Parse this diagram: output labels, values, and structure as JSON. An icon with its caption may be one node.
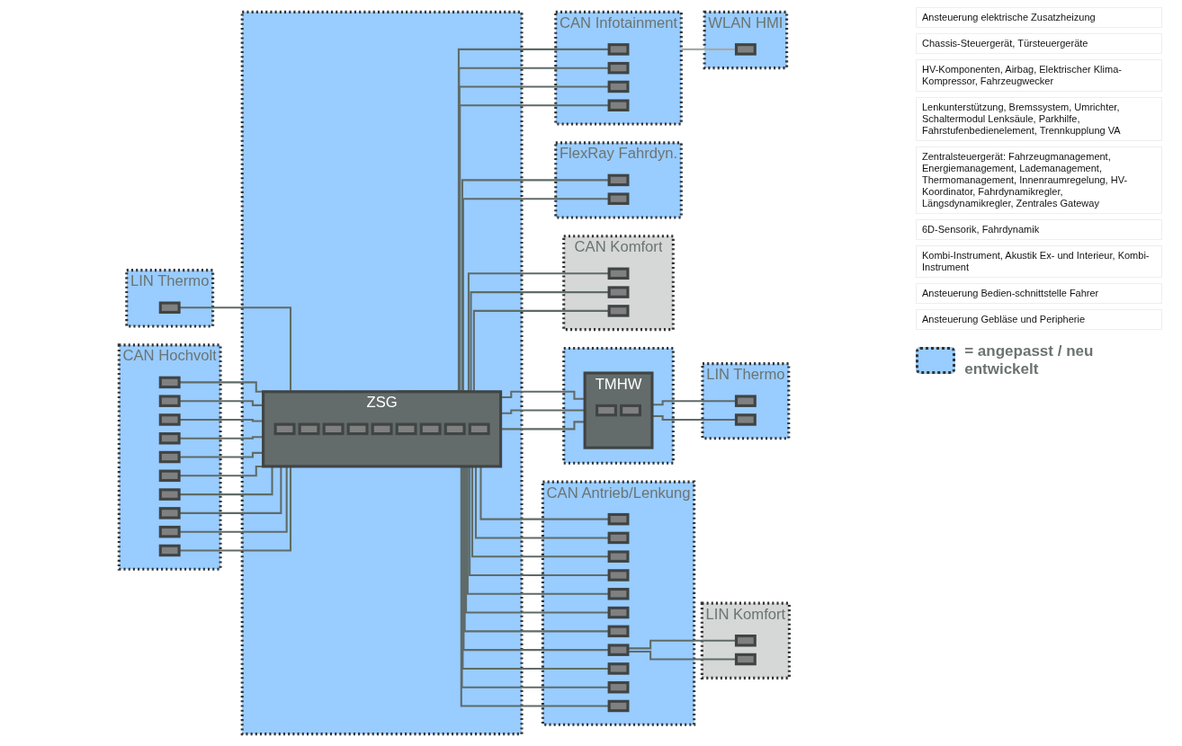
{
  "diagram": {
    "nodes": [
      {
        "text": [
          "LIN Thermo"
        ]
      },
      {
        "text": [],
        "shape": "box",
        "in": 0
      },
      {
        "text": [
          "CAN Komfort"
        ]
      },
      {
        "text": [],
        "shape": "box",
        "in": 2
      },
      {
        "text": [],
        "shape": "box",
        "in": 2
      },
      {
        "text": [],
        "shape": "box",
        "in": 2
      },
      {
        "text": [],
        "shape": "box"
      },
      {
        "text": [
          "ZSG"
        ],
        "in": 6
      },
      {
        "text": [],
        "shape": "box",
        "in": 7
      },
      {
        "text": [],
        "shape": "box",
        "in": 7
      },
      {
        "text": [],
        "shape": "box",
        "in": 7
      },
      {
        "text": [],
        "shape": "box",
        "in": 7
      },
      {
        "text": [],
        "shape": "box",
        "in": 7
      },
      {
        "text": [],
        "shape": "box",
        "in": 7
      },
      {
        "text": [],
        "shape": "box",
        "in": 7
      },
      {
        "text": [],
        "shape": "box",
        "in": 7
      },
      {
        "text": [],
        "shape": "box",
        "in": 7
      },
      {
        "text": [
          "CAN Antrieb/Lenkung"
        ]
      },
      {
        "text": [],
        "shape": "box",
        "in": 17
      },
      {
        "text": [],
        "shape": "box",
        "in": 17
      },
      {
        "text": [],
        "shape": "box",
        "in": 17
      },
      {
        "text": [],
        "shape": "box",
        "in": 17
      },
      {
        "text": [],
        "shape": "box",
        "in": 17
      },
      {
        "text": [],
        "shape": "box",
        "in": 17
      },
      {
        "text": [],
        "shape": "box",
        "in": 17
      },
      {
        "text": [],
        "shape": "box",
        "in": 17
      },
      {
        "text": [],
        "shape": "box",
        "in": 17
      },
      {
        "text": [],
        "shape": "box",
        "in": 17
      },
      {
        "text": [],
        "shape": "box",
        "in": 17
      },
      {
        "text": [
          "CAN Hochvolt"
        ]
      },
      {
        "text": [],
        "shape": "box",
        "in": 29
      },
      {
        "text": [],
        "shape": "box",
        "in": 29
      },
      {
        "text": [],
        "shape": "box",
        "in": 29
      },
      {
        "text": [],
        "shape": "box",
        "in": 29
      },
      {
        "text": [],
        "shape": "box",
        "in": 29
      },
      {
        "text": [],
        "shape": "box",
        "in": 29
      },
      {
        "text": [],
        "shape": "box",
        "in": 29
      },
      {
        "text": [],
        "shape": "box",
        "in": 29
      },
      {
        "text": [],
        "shape": "box",
        "in": 29
      },
      {
        "text": [],
        "shape": "box",
        "in": 29
      },
      {
        "text": [
          "FlexRay Fahrdyn."
        ]
      },
      {
        "text": [],
        "shape": "box",
        "in": 40
      },
      {
        "text": [],
        "shape": "box",
        "in": 40
      },
      {
        "text": [
          "CAN Infotainment"
        ]
      },
      {
        "text": [],
        "shape": "box",
        "in": 43
      },
      {
        "text": [],
        "shape": "box",
        "in": 43
      },
      {
        "text": [],
        "shape": "box",
        "in": 43
      },
      {
        "text": [],
        "shape": "box",
        "in": 43
      },
      {
        "text": [],
        "shape": "box"
      },
      {
        "text": [
          "TMHW"
        ],
        "in": 48
      },
      {
        "text": [],
        "shape": "box",
        "in": 49
      },
      {
        "text": [],
        "shape": "box",
        "in": 49
      },
      {
        "text": [
          "LIN Komfort"
        ]
      },
      {
        "text": [],
        "shape": "box",
        "in": 52
      },
      {
        "text": [],
        "shape": "box",
        "in": 52
      },
      {
        "text": [
          "LIN Thermo"
        ]
      },
      {
        "text": [],
        "shape": "box",
        "in": 55
      },
      {
        "text": [],
        "shape": "box",
        "in": 55
      },
      {
        "text": [
          "WLAN HMI"
        ]
      },
      {
        "text": [],
        "shape": "box",
        "in": 58
      }
    ],
    "edges": [
      {
        "from": 1,
        "to": 7,
        "arrow": "none"
      },
      {
        "from": 7,
        "to": 3,
        "arrow": "none"
      },
      {
        "from": 7,
        "to": 4,
        "arrow": "none"
      },
      {
        "from": 7,
        "to": 5,
        "arrow": "none"
      },
      {
        "from": 30,
        "to": 7,
        "arrow": "none"
      },
      {
        "from": 31,
        "to": 7,
        "arrow": "none"
      },
      {
        "from": 32,
        "to": 7,
        "arrow": "none"
      },
      {
        "from": 33,
        "to": 7,
        "arrow": "none"
      },
      {
        "from": 34,
        "to": 7,
        "arrow": "none"
      },
      {
        "from": 35,
        "to": 7,
        "arrow": "none"
      },
      {
        "from": 36,
        "to": 7,
        "arrow": "none"
      },
      {
        "from": 37,
        "to": 7,
        "arrow": "none"
      },
      {
        "from": 38,
        "to": 7,
        "arrow": "none"
      },
      {
        "from": 39,
        "to": 7,
        "arrow": "none"
      },
      {
        "from": 7,
        "to": 18,
        "arrow": "none"
      },
      {
        "from": 7,
        "to": 19,
        "arrow": "none"
      },
      {
        "from": 7,
        "to": 20,
        "arrow": "none"
      },
      {
        "from": 7,
        "to": 21,
        "arrow": "none"
      },
      {
        "from": 7,
        "to": 22,
        "arrow": "none"
      },
      {
        "from": 7,
        "to": 23,
        "arrow": "none"
      },
      {
        "from": 7,
        "to": 24,
        "arrow": "none"
      },
      {
        "from": 7,
        "to": 25,
        "arrow": "none"
      },
      {
        "from": 7,
        "to": 26,
        "arrow": "none"
      },
      {
        "from": 7,
        "to": 27,
        "arrow": "none"
      },
      {
        "from": 7,
        "to": 28,
        "arrow": "none"
      },
      {
        "from": 7,
        "to": 49,
        "arrow": "none"
      },
      {
        "from": 7,
        "to": 41,
        "arrow": "none"
      },
      {
        "from": 7,
        "to": 42,
        "arrow": "none"
      },
      {
        "from": 7,
        "to": 49,
        "arrow": "none"
      },
      {
        "from": 7,
        "to": 44,
        "arrow": "none"
      },
      {
        "from": 7,
        "to": 45,
        "arrow": "none"
      },
      {
        "from": 7,
        "to": 46,
        "arrow": "none"
      },
      {
        "from": 7,
        "to": 47,
        "arrow": "none"
      },
      {
        "from": 7,
        "to": 49,
        "arrow": "none"
      },
      {
        "from": 43,
        "to": 59,
        "arrow": "none",
        "color": "#a3aaa8"
      },
      {
        "from": 49,
        "to": 56,
        "arrow": "none"
      },
      {
        "from": 49,
        "to": 57,
        "arrow": "none"
      },
      {
        "from": 25,
        "to": 53,
        "arrow": "none"
      },
      {
        "from": 25,
        "to": 54,
        "arrow": "none"
      }
    ],
    "labels": [
      "Ansteuerung elektrische Zusatzheizung",
      "Chassis-Steuergerät, Türsteuergeräte",
      "HV-Komponenten, Airbag, Elektrischer Klima-Kompressor, Fahrzeugwecker",
      "Lenkunterstützung, Bremssystem, Umrichter, Schaltermodul Lenksäule, Parkhilfe, Fahrstufenbedienelement, Trennkupplung VA",
      "Zentralsteuergerät: Fahrzeugmanagement, Energiemanagement, Lademanagement, Thermomanagement, Innenraumregelung, HV-Koordinator, Fahrdynamikregler, Längsdynamikregler, Zentrales Gateway",
      "6D-Sensorik, Fahrdynamik",
      "Kombi-Instrument, Akustik Ex- und Interieur, Kombi-Instrument",
      "Ansteuerung Bedien-schnittstelle Fahrer",
      "Ansteuerung Gebläse und Peripherie"
    ],
    "legend": [
      {
        "text": "= angepasst / neu entwickelt",
        "color": "#99ccff"
      }
    ]
  }
}
